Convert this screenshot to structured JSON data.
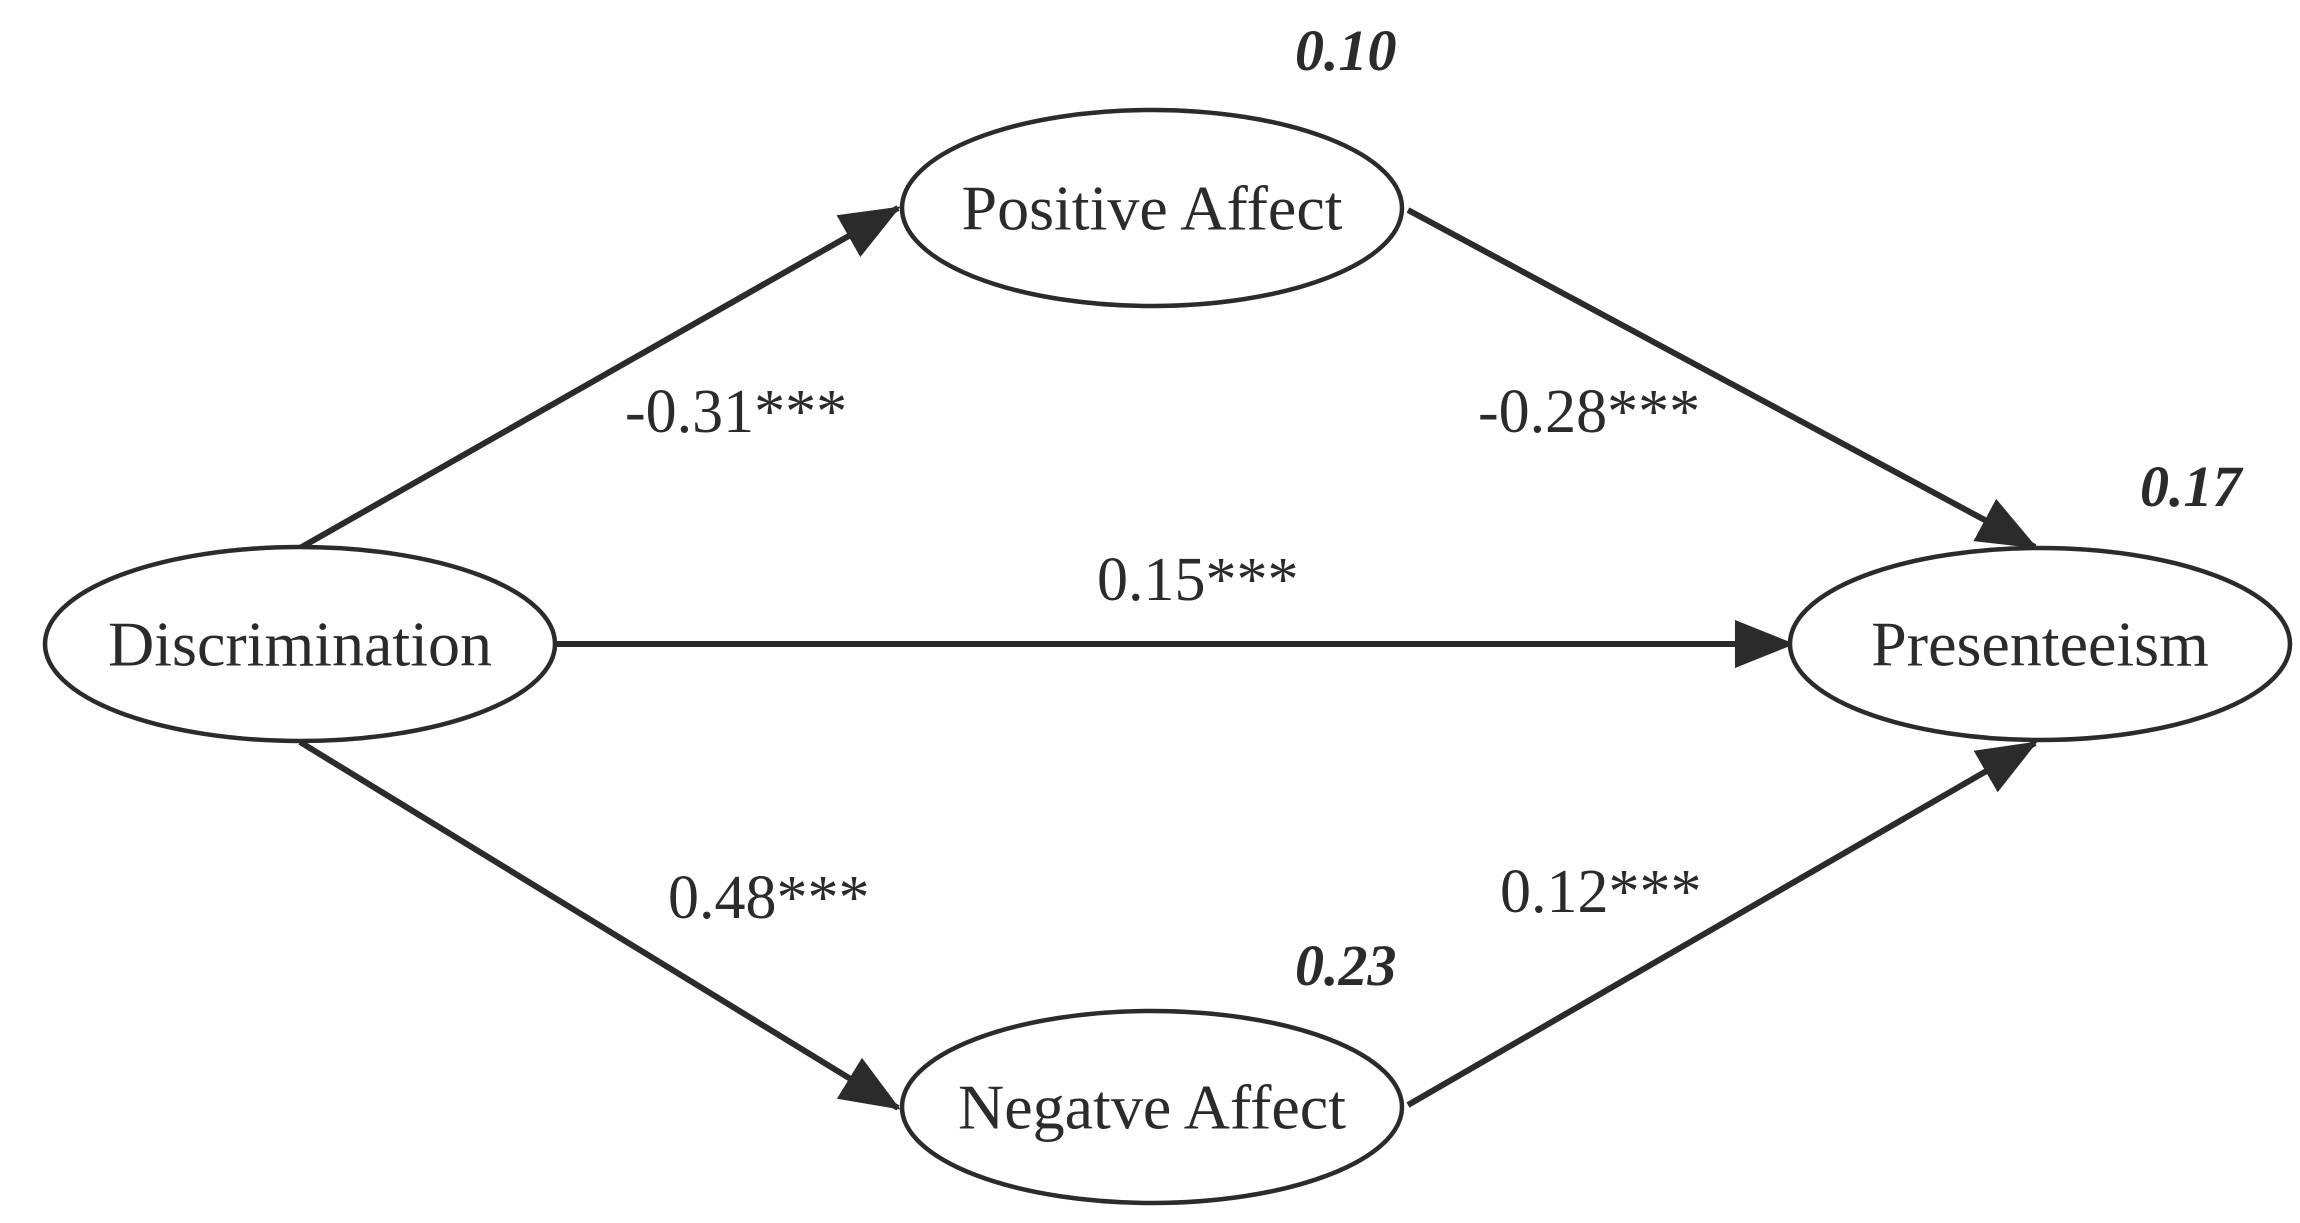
{
  "diagram": {
    "nodes": {
      "discrimination": {
        "label": "Discrimination"
      },
      "positive_affect": {
        "label": "Positive Affect",
        "r2": "0.10"
      },
      "negative_affect": {
        "label": "Negatve Affect",
        "r2": "0.23"
      },
      "presenteeism": {
        "label": "Presenteeism",
        "r2": "0.17"
      }
    },
    "edges": [
      {
        "from": "discrimination",
        "to": "positive_affect",
        "coefficient": "-0.31***"
      },
      {
        "from": "positive_affect",
        "to": "presenteeism",
        "coefficient": "-0.28***"
      },
      {
        "from": "discrimination",
        "to": "presenteeism",
        "coefficient": "0.15***"
      },
      {
        "from": "discrimination",
        "to": "negative_affect",
        "coefficient": "0.48***"
      },
      {
        "from": "negative_affect",
        "to": "presenteeism",
        "coefficient": "0.12***"
      }
    ]
  },
  "colors": {
    "stroke": "#2b2b2b",
    "background": "#ffffff"
  }
}
